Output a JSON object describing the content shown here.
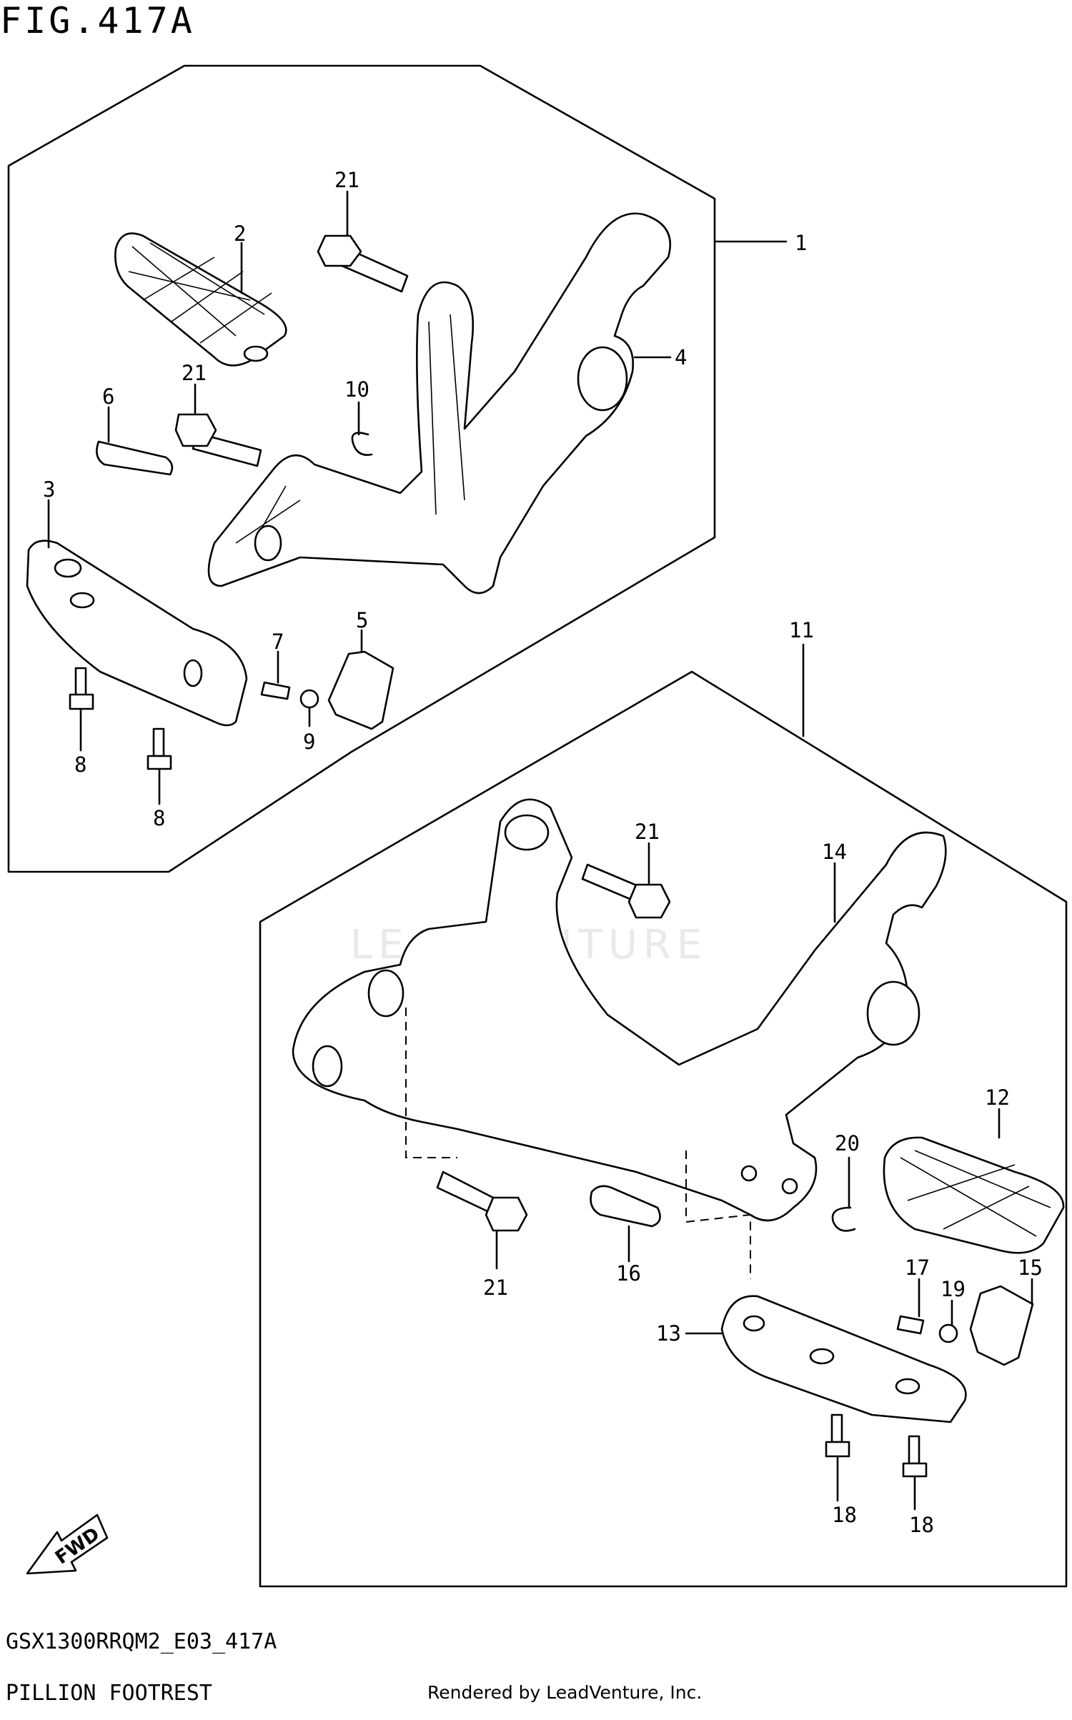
{
  "figure": {
    "title": "FIG.417A",
    "code": "GSX1300RRQM2_E03_417A",
    "name": "PILLION FOOTREST",
    "credit": "Rendered by LeadVenture, Inc.",
    "watermark": "LEADVENTURE",
    "fwd_label": "FWD"
  },
  "callouts": {
    "c1": "1",
    "c2": "2",
    "c3": "3",
    "c4": "4",
    "c5": "5",
    "c6": "6",
    "c7": "7",
    "c8a": "8",
    "c8b": "8",
    "c9": "9",
    "c10": "10",
    "c11": "11",
    "c12": "12",
    "c13": "13",
    "c14": "14",
    "c15": "15",
    "c16": "16",
    "c17": "17",
    "c18a": "18",
    "c18b": "18",
    "c19": "19",
    "c20": "20",
    "c21a": "21",
    "c21b": "21",
    "c21c": "21",
    "c21d": "21"
  }
}
